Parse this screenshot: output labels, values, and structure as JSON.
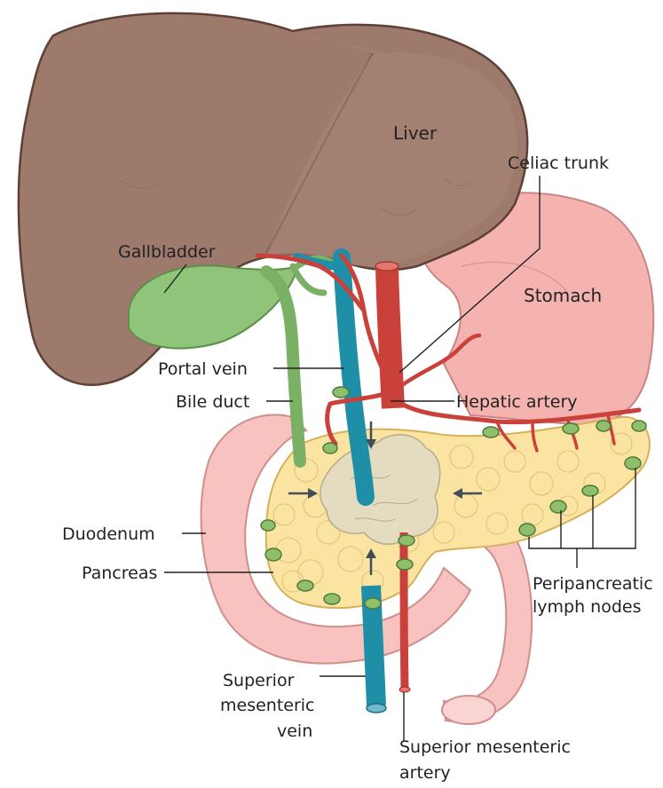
{
  "figure": {
    "colors": {
      "liver": "#9e7a6d",
      "liver_dark": "#7a564b",
      "stomach": "#f5b3b0",
      "duodenum": "#f7c2c0",
      "pancreas": "#fbe3a1",
      "tumor": "#e4dcc0",
      "gallbladder": "#8fc47a",
      "portal_vein": "#1f8fa8",
      "artery": "#c9413a",
      "lymph_node": "#8fbf6a",
      "arrow": "#3f4f5a"
    },
    "labels": {
      "liver": "Liver",
      "celiac_trunk": "Celiac trunk",
      "gallbladder": "Gallbladder",
      "stomach": "Stomach",
      "portal_vein": "Portal vein",
      "bile_duct": "Bile duct",
      "hepatic_artery": "Hepatic artery",
      "duodenum": "Duodenum",
      "pancreas": "Pancreas",
      "peripancreatic_line1": "Peripancreatic",
      "peripancreatic_line2": "lymph nodes",
      "smv_line1": "Superior",
      "smv_line2": "mesenteric",
      "smv_line3": "vein",
      "sma_line1": "Superior mesenteric",
      "sma_line2": "artery"
    }
  }
}
